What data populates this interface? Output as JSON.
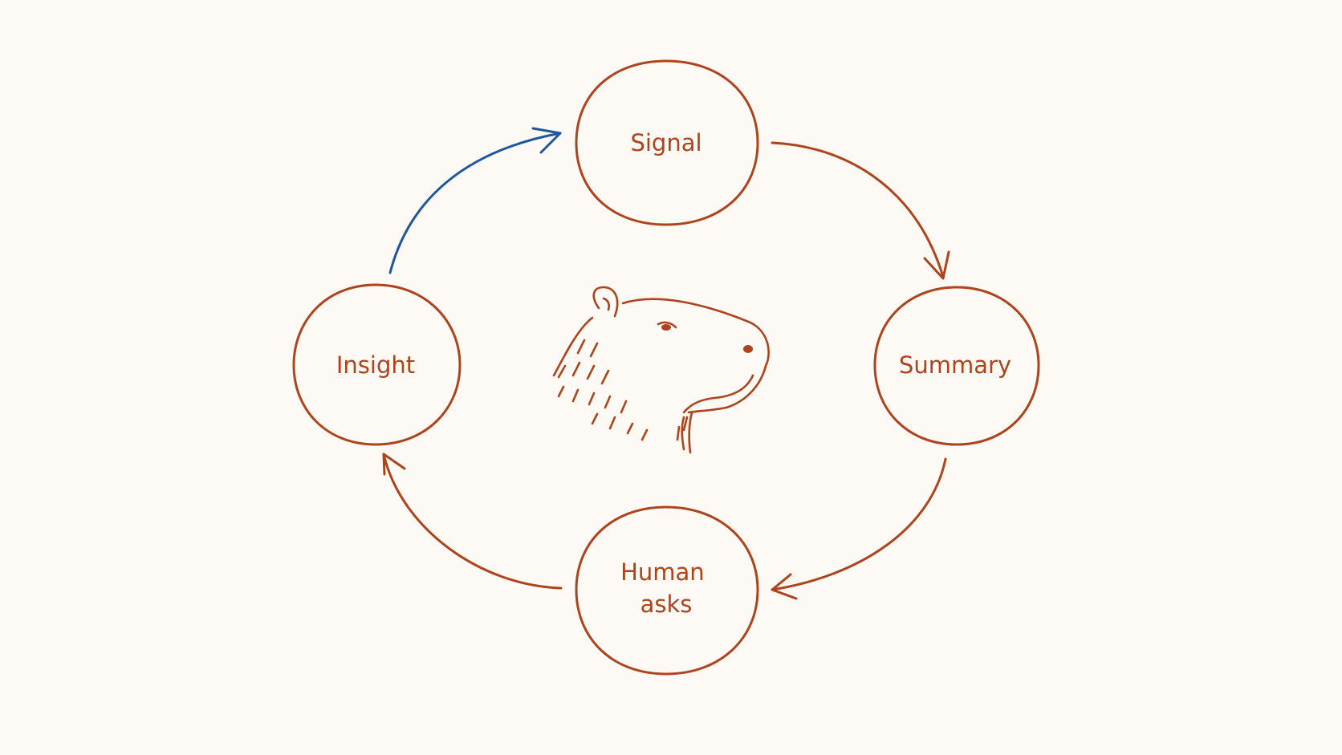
{
  "colors": {
    "background": "#fdf9f5",
    "node_stroke": "#ad441c",
    "label_text": "#ad441c",
    "arrow_default": "#ad441c",
    "arrow_highlight": "#1e579b",
    "capybara_stroke": "#ad441c"
  },
  "diagram": {
    "nodes": [
      {
        "id": "signal",
        "lines": [
          "Signal"
        ]
      },
      {
        "id": "summary",
        "lines": [
          "Summary"
        ]
      },
      {
        "id": "human-asks",
        "lines": [
          "Human",
          "asks"
        ]
      },
      {
        "id": "insight",
        "lines": [
          "Insight"
        ]
      }
    ],
    "edges": [
      {
        "from": "signal",
        "to": "summary",
        "highlight": false
      },
      {
        "from": "summary",
        "to": "human-asks",
        "highlight": false
      },
      {
        "from": "human-asks",
        "to": "insight",
        "highlight": false
      },
      {
        "from": "insight",
        "to": "signal",
        "highlight": true
      }
    ],
    "center_icon": "capybara-head-icon"
  }
}
